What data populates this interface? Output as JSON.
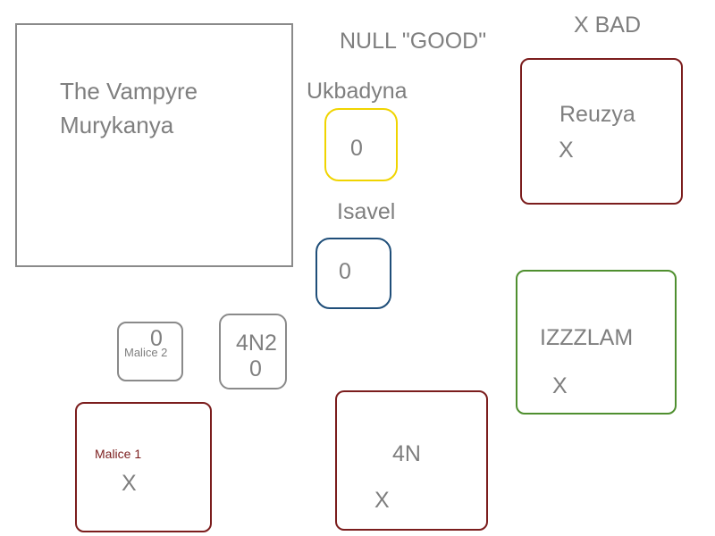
{
  "header": {
    "null_good": "NULL \"GOOD\"",
    "x_bad": "X BAD"
  },
  "nodes": {
    "vampyre": {
      "line1": "The Vampyre",
      "line2": "Murykanya"
    },
    "ukbadyna": {
      "label": "Ukbadyna",
      "value": "0"
    },
    "isavel": {
      "label": "Isavel",
      "value": "0"
    },
    "reuzya": {
      "label": "Reuzya",
      "mark": "X"
    },
    "izzzlam": {
      "label": "IZZZLAM",
      "mark": "X"
    },
    "malice2": {
      "label": "Malice 2",
      "value": "0"
    },
    "n42": {
      "label": "4N2",
      "value": "0"
    },
    "malice1": {
      "label": "Malice 1",
      "mark": "X"
    },
    "n4": {
      "label": "4N",
      "mark": "X"
    }
  },
  "colors": {
    "text": "#7f7f7f",
    "gray_border": "#8a8a8a",
    "yellow_border": "#f0d400",
    "blue_border": "#1f4e79",
    "dark_red_border": "#7b1d1d",
    "green_border": "#4f8f2f"
  }
}
